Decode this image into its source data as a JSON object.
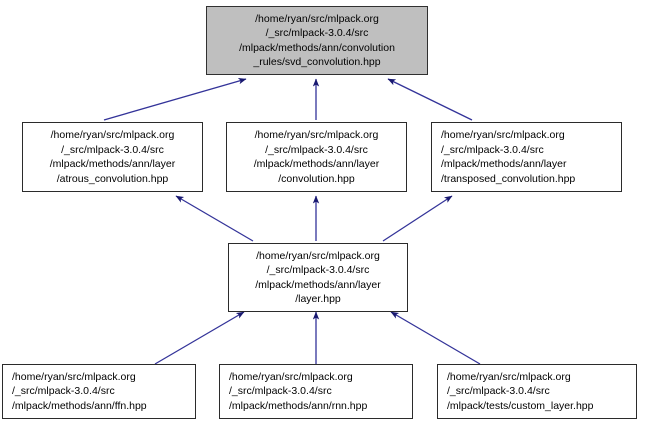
{
  "diagram": {
    "type": "include-dependency-graph",
    "title": "svd_convolution.hpp include dependency graph",
    "colors": {
      "root_fill": "#bfbfbf",
      "node_fill": "#ffffff",
      "node_border": "#2b2b2b",
      "edge_line": "#333399",
      "edge_head": "#191970",
      "background": "#ffffff"
    },
    "nodes": [
      {
        "id": "svd_convolution",
        "role": "root",
        "lines": [
          "/home/ryan/src/mlpack.org",
          "/_src/mlpack-3.0.4/src",
          "/mlpack/methods/ann/convolution",
          "_rules/svd_convolution.hpp"
        ]
      },
      {
        "id": "atrous_convolution",
        "role": "dependent",
        "lines": [
          "/home/ryan/src/mlpack.org",
          "/_src/mlpack-3.0.4/src",
          "/mlpack/methods/ann/layer",
          "/atrous_convolution.hpp"
        ]
      },
      {
        "id": "convolution",
        "role": "dependent",
        "lines": [
          "/home/ryan/src/mlpack.org",
          "/_src/mlpack-3.0.4/src",
          "/mlpack/methods/ann/layer",
          "/convolution.hpp"
        ]
      },
      {
        "id": "transposed_convolution",
        "role": "dependent",
        "lines": [
          "/home/ryan/src/mlpack.org",
          "/_src/mlpack-3.0.4/src",
          "/mlpack/methods/ann/layer",
          "/transposed_convolution.hpp"
        ]
      },
      {
        "id": "layer",
        "role": "dependent",
        "lines": [
          "/home/ryan/src/mlpack.org",
          "/_src/mlpack-3.0.4/src",
          "/mlpack/methods/ann/layer",
          "/layer.hpp"
        ]
      },
      {
        "id": "ffn",
        "role": "dependent",
        "lines": [
          "/home/ryan/src/mlpack.org",
          "/_src/mlpack-3.0.4/src",
          "/mlpack/methods/ann/ffn.hpp"
        ]
      },
      {
        "id": "rnn",
        "role": "dependent",
        "lines": [
          "/home/ryan/src/mlpack.org",
          "/_src/mlpack-3.0.4/src",
          "/mlpack/methods/ann/rnn.hpp"
        ]
      },
      {
        "id": "custom_layer",
        "role": "dependent",
        "lines": [
          "/home/ryan/src/mlpack.org",
          "/_src/mlpack-3.0.4/src",
          "/mlpack/tests/custom_layer.hpp"
        ]
      }
    ],
    "edges": [
      {
        "from": "atrous_convolution",
        "to": "svd_convolution"
      },
      {
        "from": "convolution",
        "to": "svd_convolution"
      },
      {
        "from": "transposed_convolution",
        "to": "svd_convolution"
      },
      {
        "from": "layer",
        "to": "atrous_convolution"
      },
      {
        "from": "layer",
        "to": "convolution"
      },
      {
        "from": "layer",
        "to": "transposed_convolution"
      },
      {
        "from": "ffn",
        "to": "layer"
      },
      {
        "from": "rnn",
        "to": "layer"
      },
      {
        "from": "custom_layer",
        "to": "layer"
      }
    ]
  }
}
